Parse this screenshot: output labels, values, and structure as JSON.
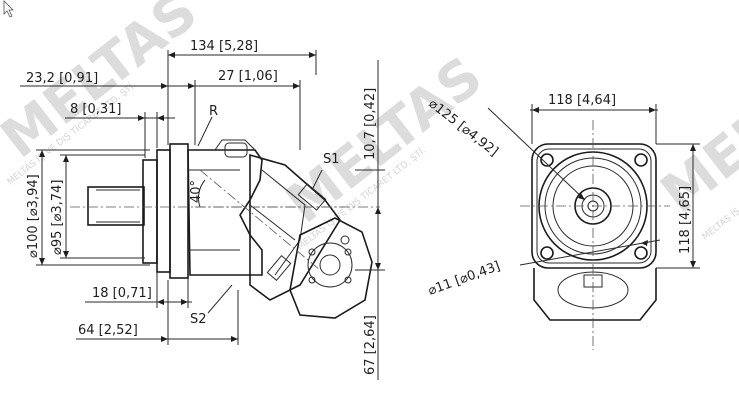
{
  "watermark": {
    "brand": "MELTAS",
    "sub": "MELTAS İŞ VE DIŞ TİCARET LTD. ŞTİ."
  },
  "side_view": {
    "dim_overall": "134 [5,28]",
    "dim_flange_offset": "23,2 [0,91]",
    "dim_body_to_port": "27 [1,06]",
    "dim_flange_thickness": "8 [0,31]",
    "label_radius": "R",
    "dim_pilot_dia": "⌀100 [⌀3,94]",
    "dim_shaft_dia": "⌀95 [⌀3,74]",
    "dim_shaft_shoulder": "18 [0,71]",
    "dim_shaft_length": "64 [2,52]",
    "angle": "40°",
    "port_s1": "S1",
    "port_s2": "S2",
    "dim_top_right": "10,7 [0,42]",
    "dim_bottom_right": "67 [2,64]"
  },
  "front_view": {
    "dim_bolt_circle": "⌀125 [⌀4,92]",
    "dim_width": "118 [4,64]",
    "dim_height": "118 [4,65]",
    "dim_hole": "⌀11 [⌀0,43]"
  }
}
